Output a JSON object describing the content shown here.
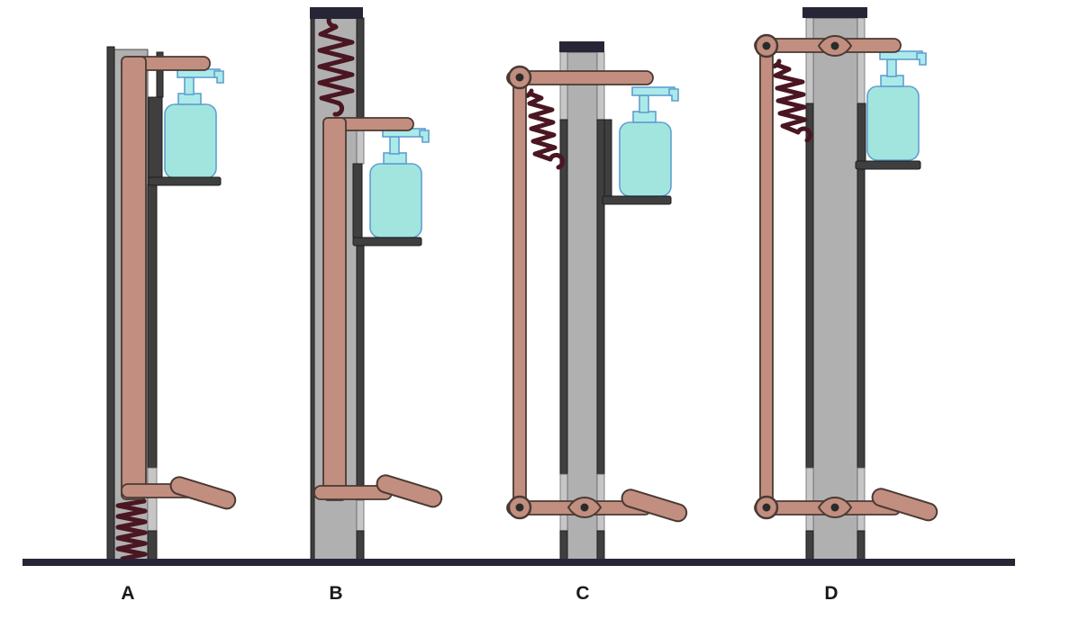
{
  "figure": {
    "type": "mechanical-concept-diagram",
    "description": "Four design variants (A-D) of a foot-pedal operated hand-sanitizer dispenser stand",
    "background": "#ffffff"
  },
  "palette": {
    "link_tan": "#c18e80",
    "link_outline": "#4a3a33",
    "post_gray": "#b0b0b0",
    "post_light": "#c6c6c6",
    "rail_dark": "#3f3f3f",
    "cap_navy": "#262636",
    "ground": "#262636",
    "spring_maroon": "#4a1622",
    "bottle_fill": "#a2e5df",
    "pump_fill": "#abeae9",
    "bottle_outline": "#5f9fd0",
    "label_color": "#1a1a1a"
  },
  "designs": [
    {
      "label": "A",
      "mechanism": "sliding rod guided in wall channel with compression spring at base",
      "components": [
        "post",
        "slider-rod",
        "compression-spring",
        "foot-pedal",
        "shelf-bracket",
        "sanitizer-bottle",
        "pump"
      ]
    },
    {
      "label": "B",
      "mechanism": "sliding rod guided in post channel with extension spring at top",
      "components": [
        "capped-post",
        "slider-rod",
        "extension-spring",
        "foot-pedal",
        "shelf-bracket",
        "sanitizer-bottle",
        "pump"
      ]
    },
    {
      "label": "C",
      "mechanism": "pivoted bottom lever with vertical link, floating top bar and extension spring",
      "components": [
        "capped-post",
        "bottom-lever",
        "vertical-link",
        "top-bar",
        "extension-spring",
        "pivots",
        "foot-pedal",
        "shelf-bracket",
        "sanitizer-bottle",
        "pump"
      ]
    },
    {
      "label": "D",
      "mechanism": "parallelogram linkage: top and bottom levers pivoted on post, joined by vertical link, extension spring return",
      "components": [
        "capped-post",
        "top-lever",
        "bottom-lever",
        "vertical-link",
        "extension-spring",
        "pivots",
        "foot-pedal",
        "shelf-bracket",
        "sanitizer-bottle",
        "pump"
      ]
    }
  ],
  "ground": {
    "present": true
  }
}
